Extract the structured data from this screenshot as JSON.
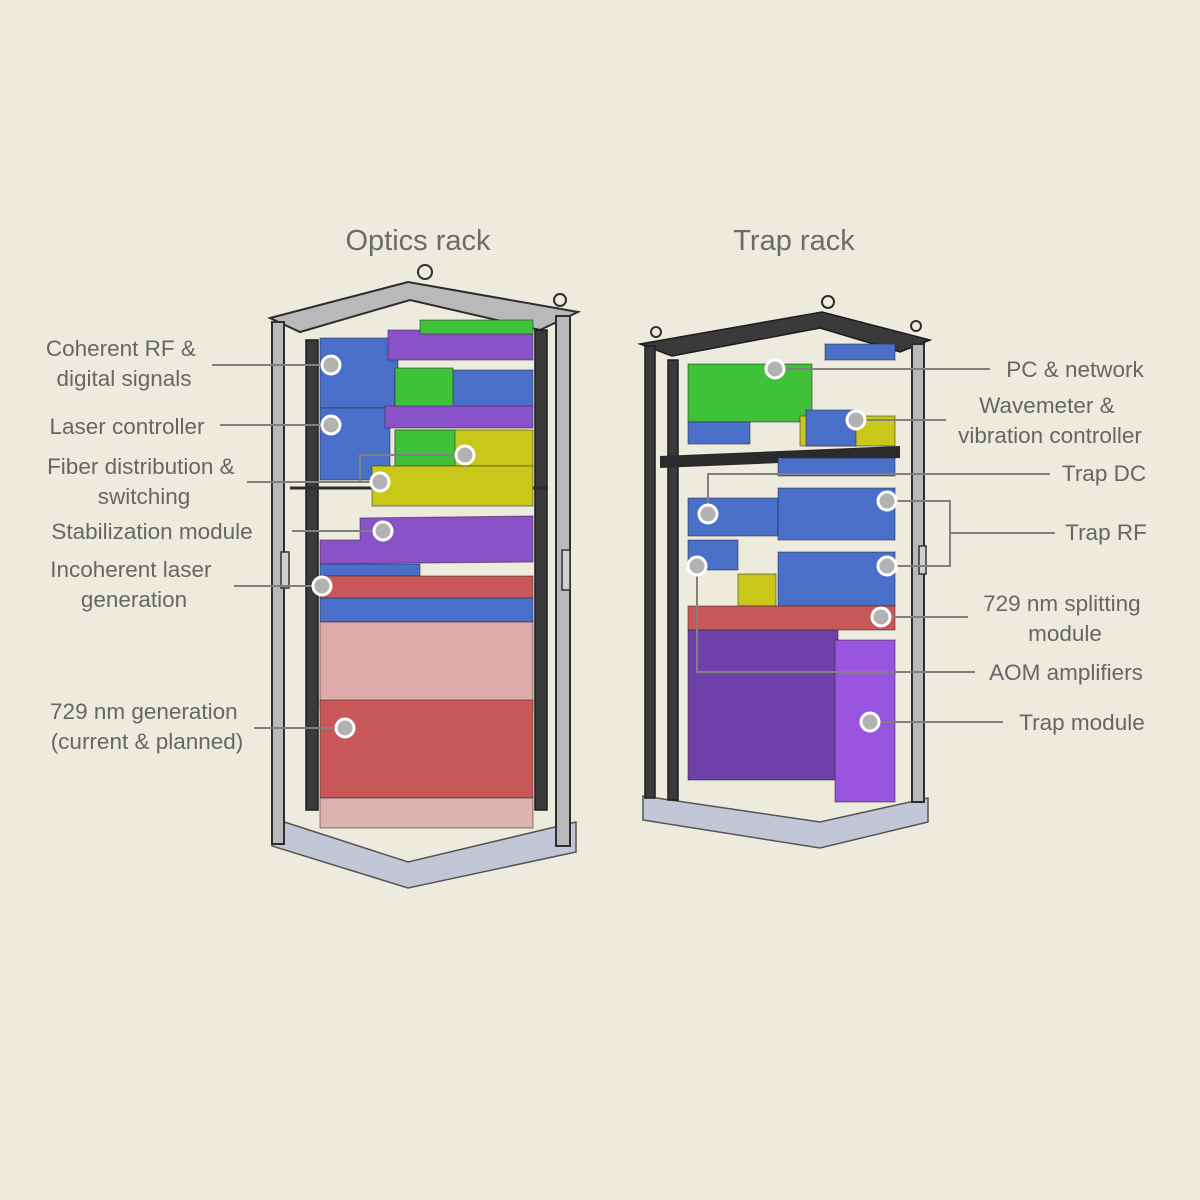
{
  "racks": [
    {
      "title": "Optics rack",
      "labels": [
        "Coherent RF & digital signals",
        "Laser controller",
        "Fiber distribution & switching",
        "Stabilization module",
        "Incoherent laser generation",
        "729 nm generation (current & planned)"
      ]
    },
    {
      "title": "Trap rack",
      "labels": [
        "PC & network",
        "Wavemeter & vibration controller",
        "Trap DC",
        "Trap RF",
        "729 nm splitting module",
        "AOM amplifiers",
        "Trap module"
      ]
    }
  ],
  "colors": {
    "background": "#ecebdd",
    "blue": "#4a6fc9",
    "green": "#3fc23a",
    "yellow": "#c9c71a",
    "purple": "#8a52c8",
    "red": "#c85858",
    "trap_module": "#9a55e0"
  }
}
